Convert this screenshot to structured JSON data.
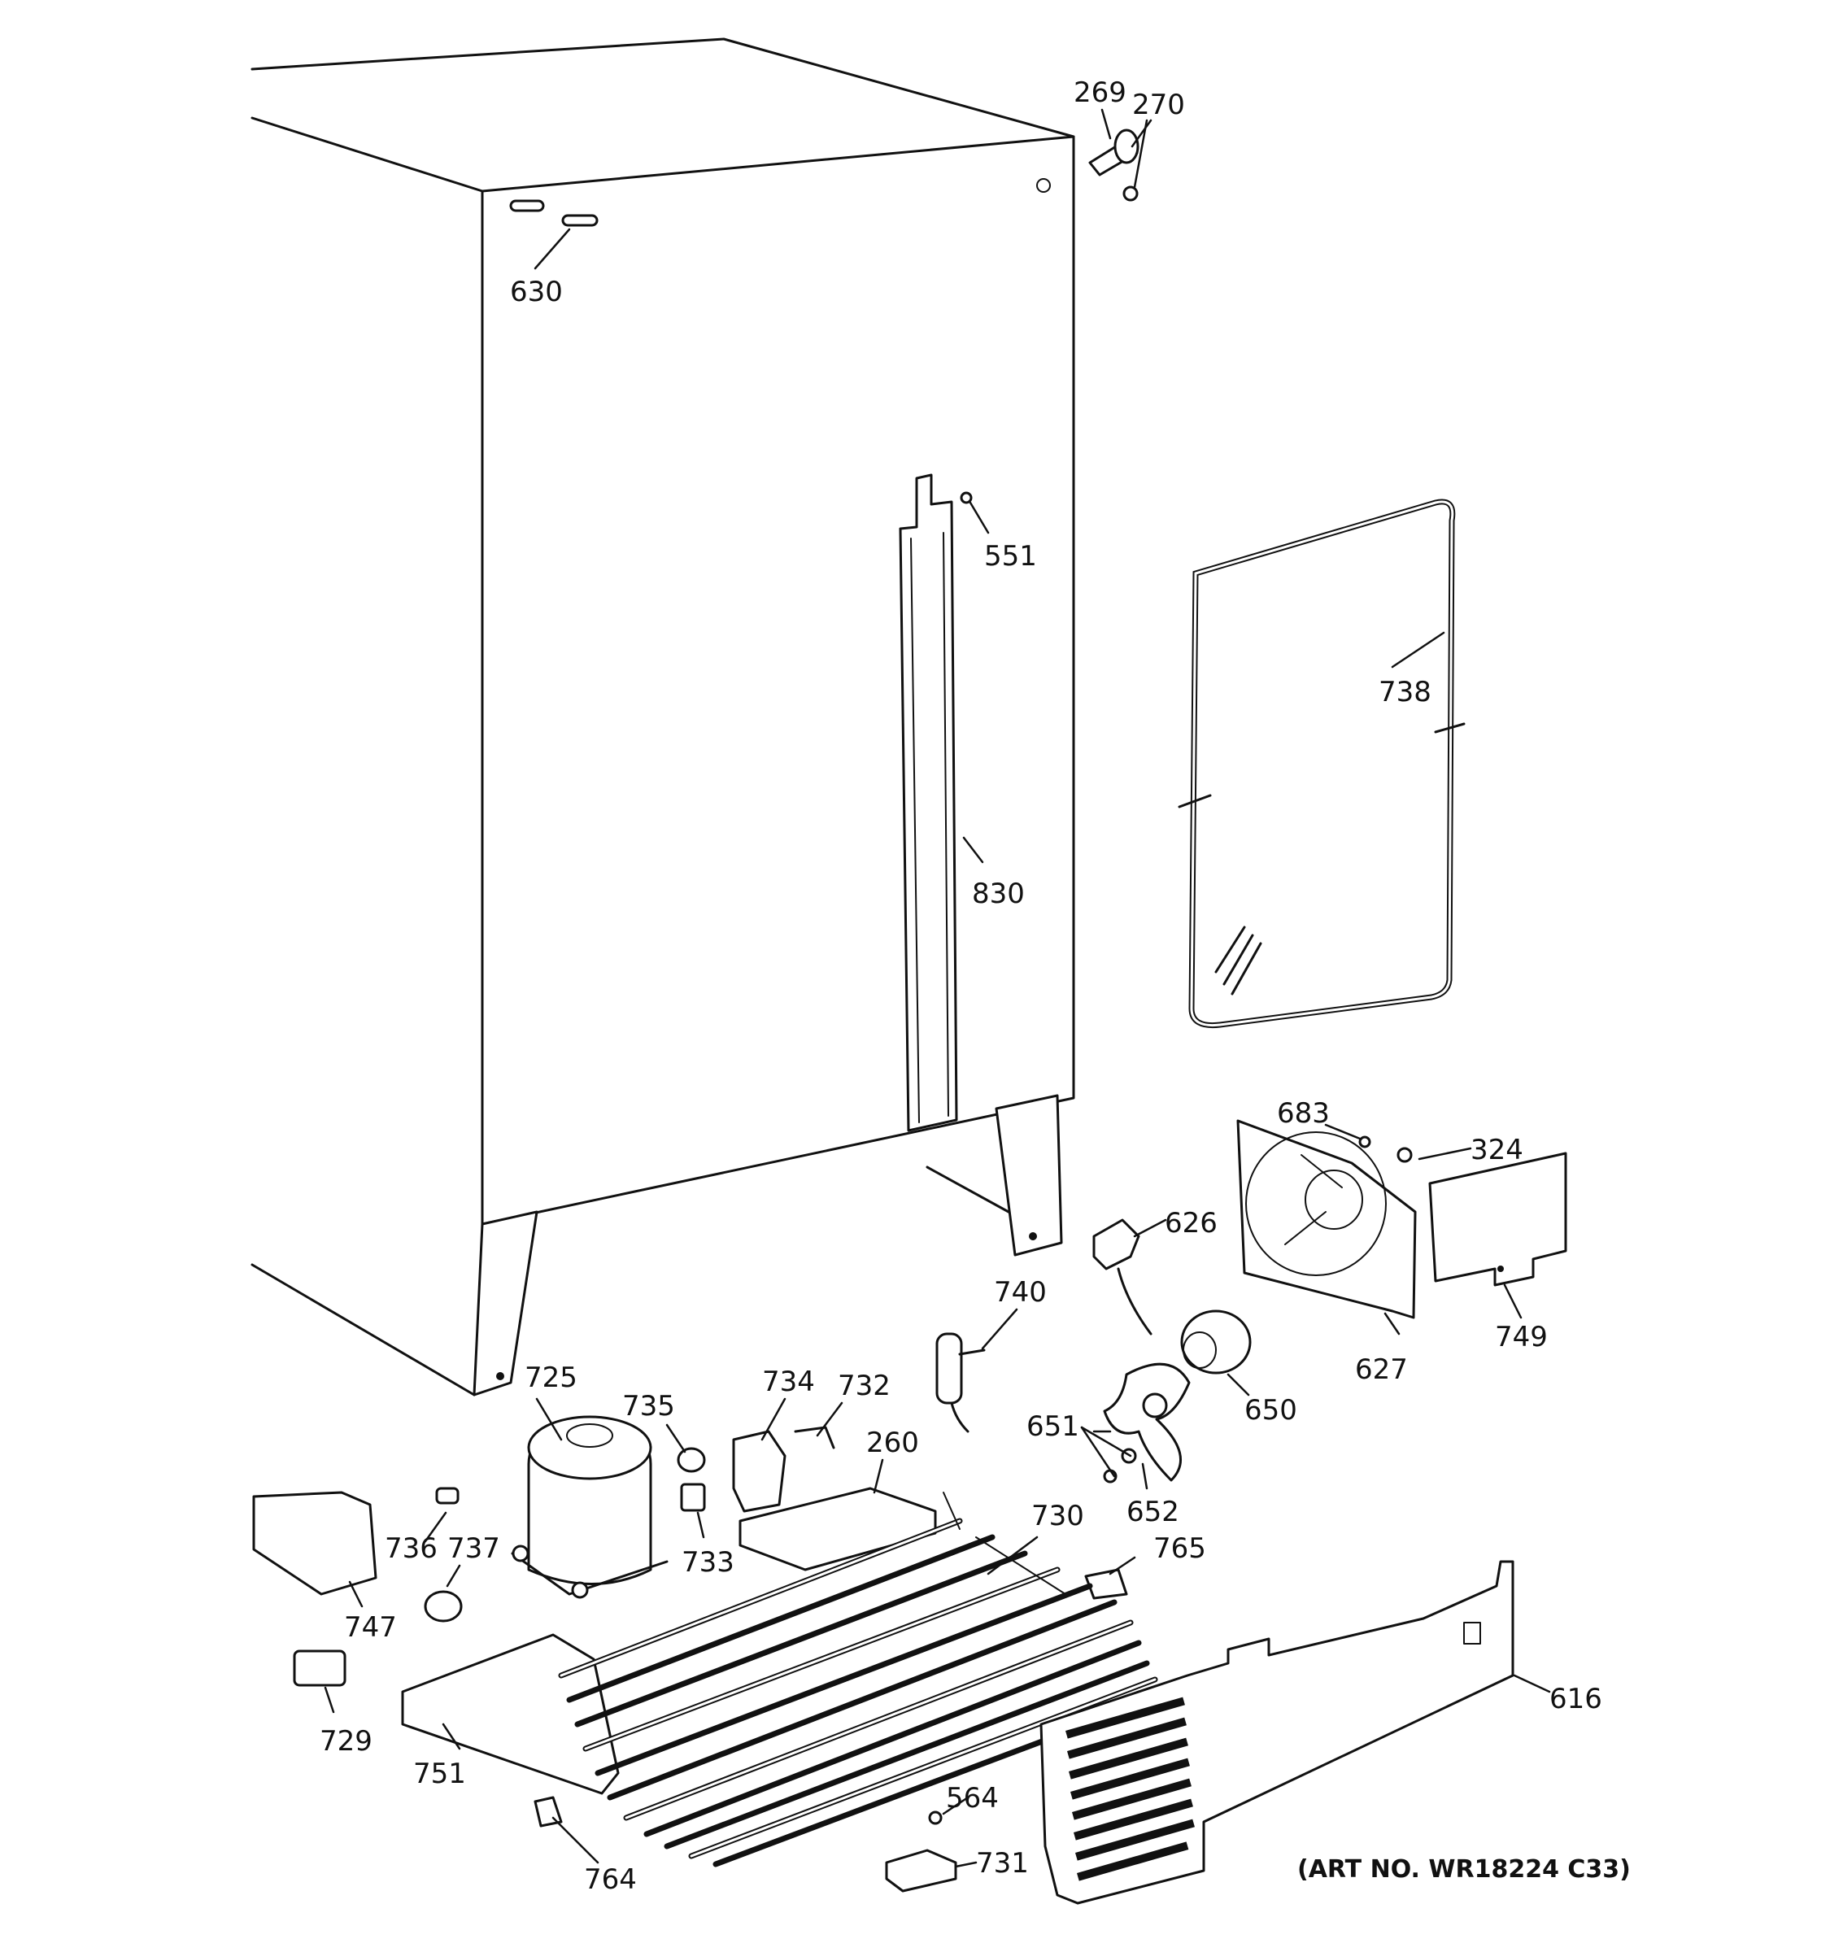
{
  "diagram": {
    "art_number": "(ART NO. WR18224 C33)",
    "callouts": [
      {
        "id": "269",
        "label": "269"
      },
      {
        "id": "270",
        "label": "270"
      },
      {
        "id": "630",
        "label": "630"
      },
      {
        "id": "551",
        "label": "551"
      },
      {
        "id": "738",
        "label": "738"
      },
      {
        "id": "830",
        "label": "830"
      },
      {
        "id": "683",
        "label": "683"
      },
      {
        "id": "324",
        "label": "324"
      },
      {
        "id": "626",
        "label": "626"
      },
      {
        "id": "740",
        "label": "740"
      },
      {
        "id": "749",
        "label": "749"
      },
      {
        "id": "627",
        "label": "627"
      },
      {
        "id": "650",
        "label": "650"
      },
      {
        "id": "725",
        "label": "725"
      },
      {
        "id": "735",
        "label": "735"
      },
      {
        "id": "734",
        "label": "734"
      },
      {
        "id": "732",
        "label": "732"
      },
      {
        "id": "260",
        "label": "260"
      },
      {
        "id": "651",
        "label": "651"
      },
      {
        "id": "652",
        "label": "652"
      },
      {
        "id": "730",
        "label": "730"
      },
      {
        "id": "765",
        "label": "765"
      },
      {
        "id": "736",
        "label": "736"
      },
      {
        "id": "737",
        "label": "737"
      },
      {
        "id": "733",
        "label": "733"
      },
      {
        "id": "747",
        "label": "747"
      },
      {
        "id": "616",
        "label": "616"
      },
      {
        "id": "729",
        "label": "729"
      },
      {
        "id": "751",
        "label": "751"
      },
      {
        "id": "564",
        "label": "564"
      },
      {
        "id": "731",
        "label": "731"
      },
      {
        "id": "764",
        "label": "764"
      }
    ]
  }
}
